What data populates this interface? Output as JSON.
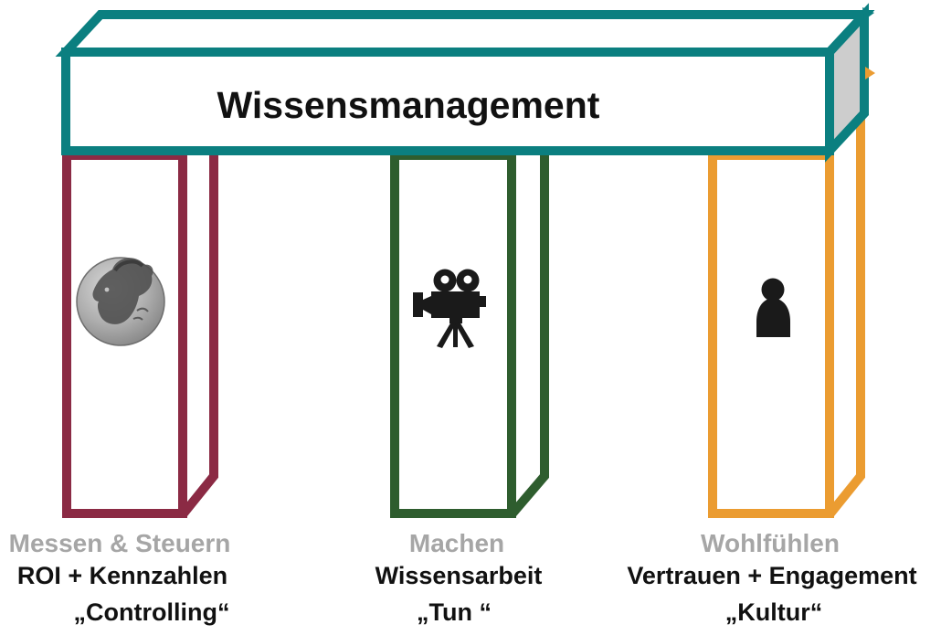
{
  "title": "Wissensmanagement",
  "pillars": [
    {
      "name": "messen-steuern",
      "heading": "Messen & Steuern",
      "line1": "ROI + Kennzahlen",
      "line2": "„Controlling“",
      "color": "#8B2A44",
      "icon": "coin-icon"
    },
    {
      "name": "machen",
      "heading": "Machen",
      "line1": "Wissensarbeit",
      "line2": "„Tun “",
      "color": "#2E5D2E",
      "icon": "movie-camera-icon"
    },
    {
      "name": "wohlfuehlen",
      "heading": "Wohlfühlen",
      "line1": "Vertrauen + Engagement",
      "line2": "„Kultur“",
      "color": "#EB9C31",
      "icon": "person-icon"
    }
  ],
  "colors": {
    "beam": "#0B7F80",
    "beam_face": "#FFFFFF",
    "beam_side_face": "#CDCDCD",
    "pillar_messen": "#8B2A44",
    "pillar_machen": "#2E5D2E",
    "pillar_wohlfuehlen": "#EB9C31",
    "heading_gray": "#A6A6A6",
    "text_black": "#111111",
    "icon_black": "#1A1A1A"
  }
}
